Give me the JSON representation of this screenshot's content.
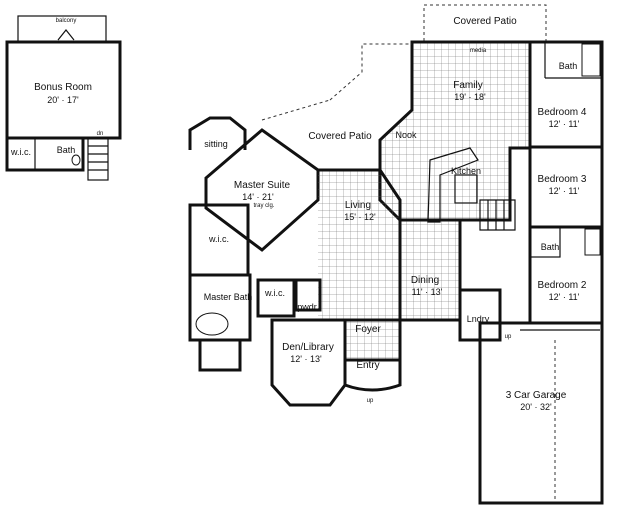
{
  "rooms": {
    "bonus_room": {
      "name": "Bonus Room",
      "dims": "20' · 17'"
    },
    "balcony": {
      "name": "balcony"
    },
    "bonus_wic": {
      "name": "w.i.c."
    },
    "bonus_bath": {
      "name": "Bath"
    },
    "bonus_dn": {
      "name": "dn"
    },
    "covered_patio_top": {
      "name": "Covered Patio"
    },
    "covered_patio_mid": {
      "name": "Covered Patio"
    },
    "family": {
      "name": "Family",
      "dims": "19' · 18'"
    },
    "media": {
      "name": "media"
    },
    "nook": {
      "name": "Nook"
    },
    "kitchen": {
      "name": "Kitchen"
    },
    "sitting": {
      "name": "sitting"
    },
    "master_suite": {
      "name": "Master Suite",
      "dims": "14' · 21'",
      "note": "tray clg."
    },
    "living": {
      "name": "Living",
      "dims": "15' · 12'"
    },
    "dining": {
      "name": "Dining",
      "dims": "11' · 13'"
    },
    "master_wic1": {
      "name": "w.i.c."
    },
    "master_wic2": {
      "name": "w.i.c."
    },
    "master_bath": {
      "name": "Master Bath"
    },
    "den_library": {
      "name": "Den/Library",
      "dims": "12' · 13'"
    },
    "foyer": {
      "name": "Foyer"
    },
    "entry": {
      "name": "Entry"
    },
    "pwdr": {
      "name": "pwdr"
    },
    "lndry": {
      "name": "Lndry"
    },
    "bath_top": {
      "name": "Bath"
    },
    "bedroom4": {
      "name": "Bedroom 4",
      "dims": "12' · 11'"
    },
    "bedroom3": {
      "name": "Bedroom 3",
      "dims": "12' · 11'"
    },
    "bath_mid": {
      "name": "Bath"
    },
    "bedroom2": {
      "name": "Bedroom 2",
      "dims": "12' · 11'"
    },
    "garage": {
      "name": "3 Car Garage",
      "dims": "20' · 32'"
    },
    "up_stair": {
      "name": "up"
    },
    "up_entry": {
      "name": "up"
    }
  }
}
